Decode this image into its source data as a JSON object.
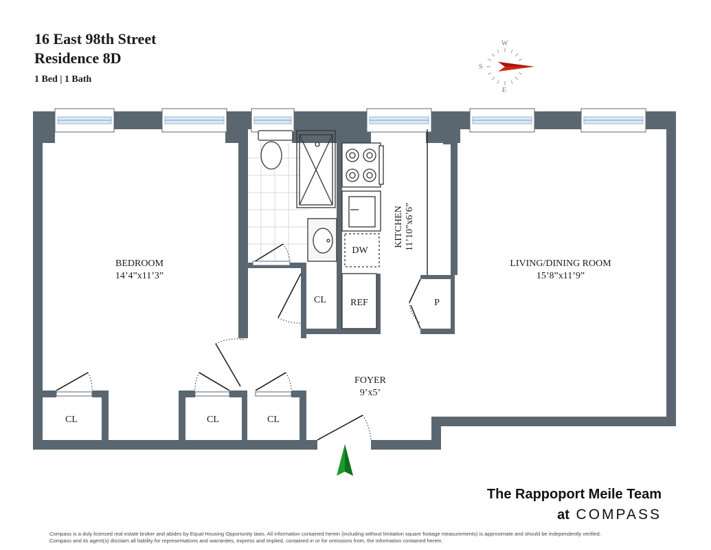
{
  "header": {
    "address_line1": "16 East 98th Street",
    "address_line2": "Residence 8D",
    "beds_baths": "1 Bed | 1 Bath"
  },
  "compass_rose": {
    "w": "W",
    "s": "S",
    "e": "E"
  },
  "rooms": {
    "bedroom": {
      "name": "BEDROOM",
      "dims": "14’4”x11’3”"
    },
    "living": {
      "name": "LIVING/DINING ROOM",
      "dims": "15’8”x11’9”"
    },
    "kitchen": {
      "name": "KITCHEN",
      "dims": "11’10”x6’6”"
    },
    "foyer": {
      "name": "FOYER",
      "dims": "9’x5’"
    },
    "closet_hall": "CL",
    "closet_bed_left": "CL",
    "closet_bed_mid": "CL",
    "closet_foyer": "CL",
    "pantry": "P",
    "dishwasher": "DW",
    "refrigerator": "REF"
  },
  "branding": {
    "team": "The Rappoport Meile Team",
    "at": "at",
    "company": "COMPASS"
  },
  "disclaimer": {
    "line1": "Compass is a duly licensed real estate broker and abides by Equal Housing Opportunity laws.  All information contained herein (including without limitation square footage measurements) is approximate and should be independently verified.",
    "line2": "Compass and its agent(s) disclaim all liability for representations and warranties, express and implied, contained in or for omissions from, the information contained herein."
  },
  "colors": {
    "wall": "#5b6770",
    "window": "#e7eef7",
    "pointer_red": "#d62416",
    "pointer_green": "#1f9a2a"
  }
}
